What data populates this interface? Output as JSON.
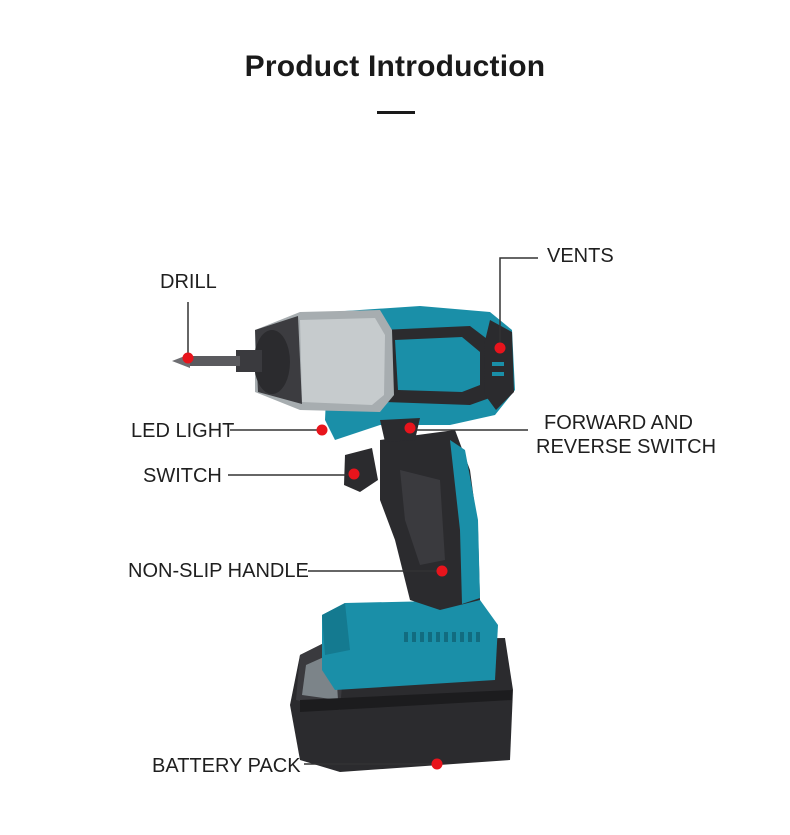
{
  "page": {
    "title": "Product Introduction"
  },
  "labels": {
    "drill": "DRILL",
    "vents": "VENTS",
    "led_light": "LED LIGHT",
    "forward_reverse_line1": "FORWARD AND",
    "forward_reverse_line2": "REVERSE SWITCH",
    "switch": "SWITCH",
    "non_slip_handle": "NON-SLIP HANDLE",
    "battery_pack": "BATTERY PACK"
  },
  "colors": {
    "teal": "#1a8fa8",
    "teal_dark": "#126c80",
    "body_black": "#2b2b2e",
    "grey_head": "#9ea5a8",
    "marker": "#e8141c",
    "leader_line": "#333333"
  }
}
